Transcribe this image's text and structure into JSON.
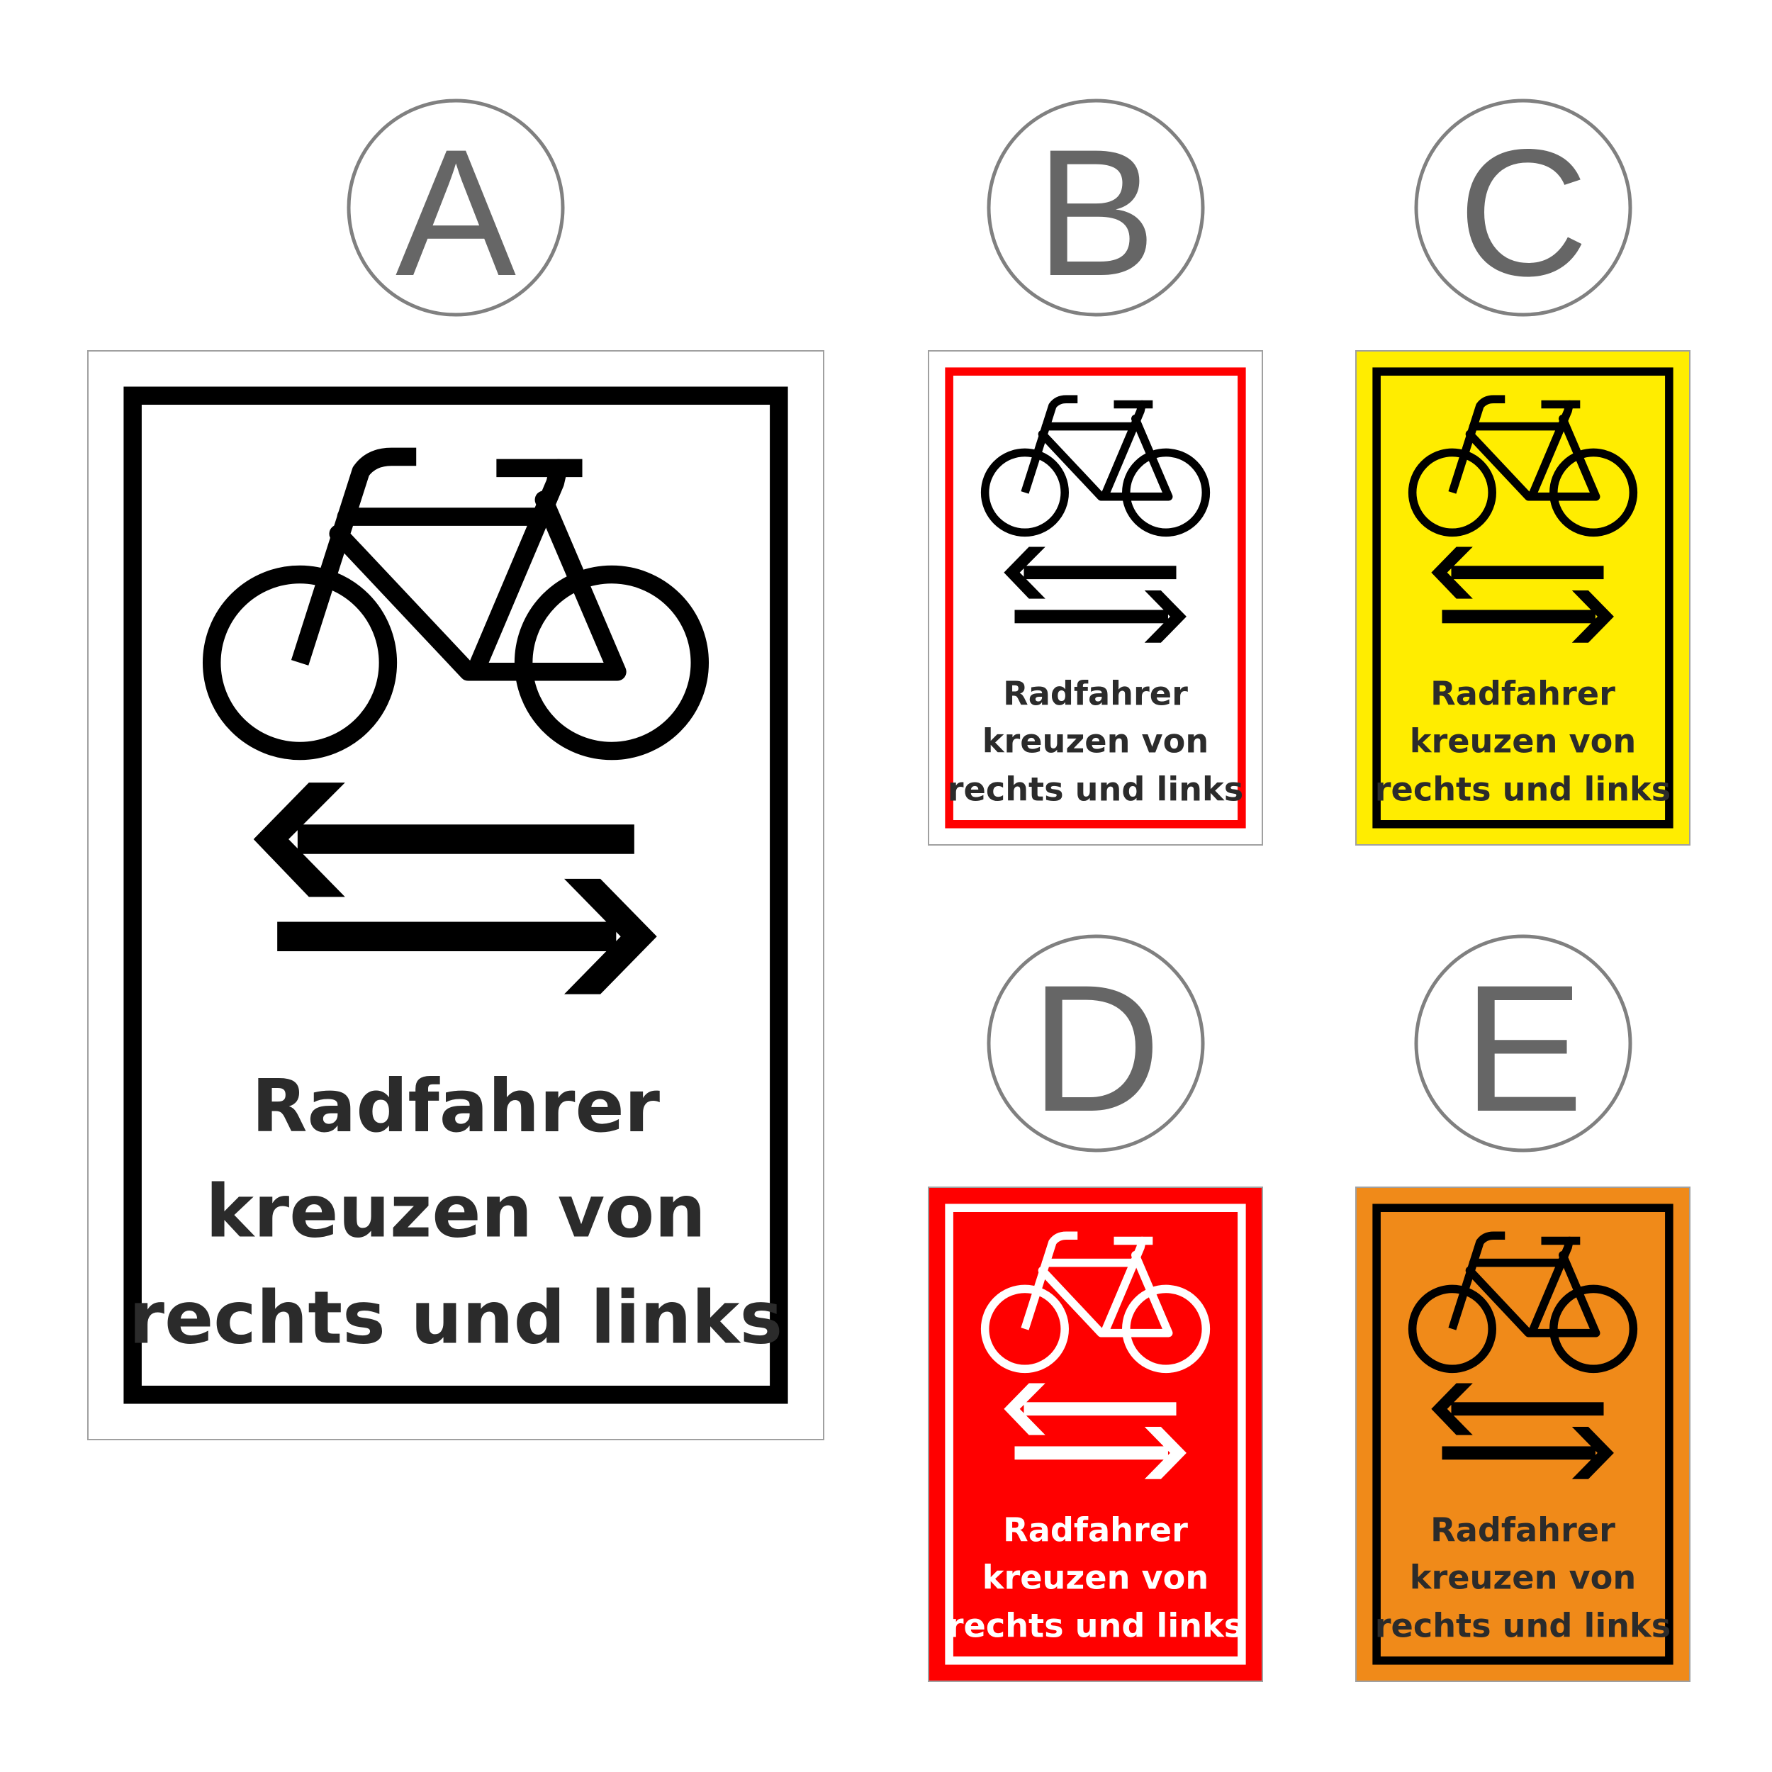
{
  "variants": [
    {
      "letter": "A",
      "background": "#ffffff",
      "frame": "#000000",
      "symbol": "#000000",
      "text_color": "#2b2b2b"
    },
    {
      "letter": "B",
      "background": "#ffffff",
      "frame": "#ff0000",
      "symbol": "#000000",
      "text_color": "#2b2b2b"
    },
    {
      "letter": "C",
      "background": "#ffed00",
      "frame": "#000000",
      "symbol": "#000000",
      "text_color": "#2b2b2b"
    },
    {
      "letter": "D",
      "background": "#ff0000",
      "frame": "#ffffff",
      "symbol": "#ffffff",
      "text_color": "#ffffff"
    },
    {
      "letter": "E",
      "background": "#f08a19",
      "frame": "#000000",
      "symbol": "#000000",
      "text_color": "#2b2b2b"
    }
  ],
  "sign_text": {
    "line1": "Radfahrer",
    "line2": "kreuzen von",
    "line3": "rechts und links"
  },
  "icons": [
    "bicycle-icon",
    "arrow-left-icon",
    "arrow-right-icon"
  ]
}
